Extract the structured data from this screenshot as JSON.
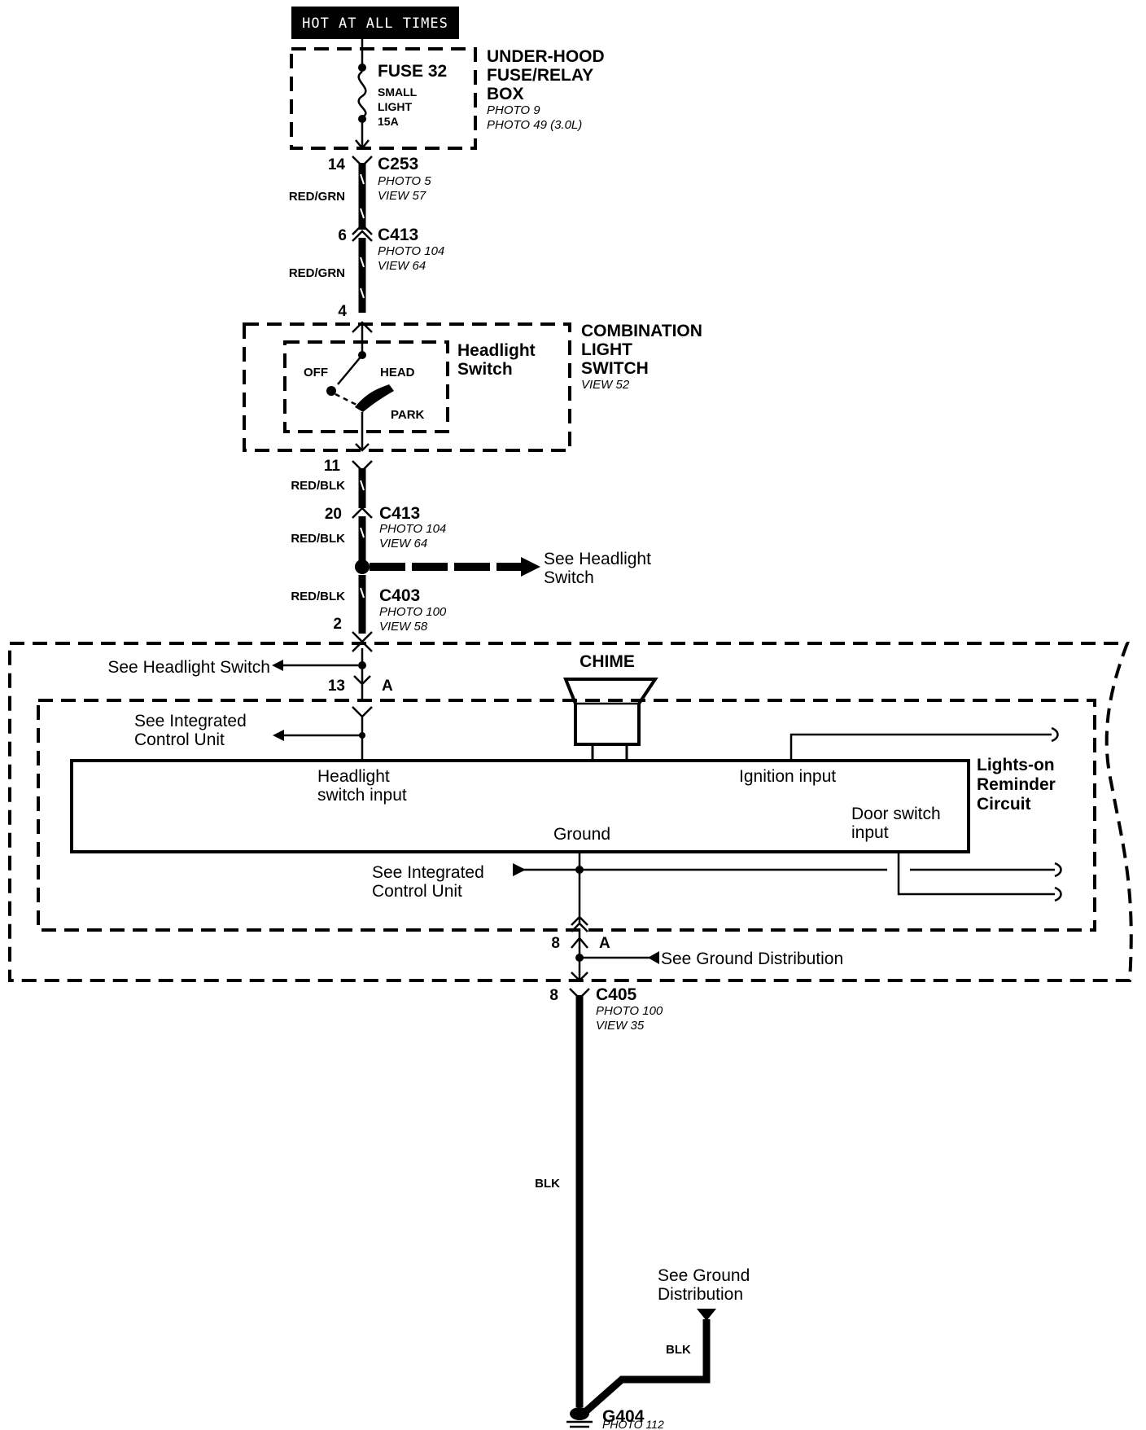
{
  "header": {
    "hot_label": "HOT AT ALL TIMES"
  },
  "fuse_box": {
    "fuse_name": "FUSE 32",
    "fuse_line1": "SMALL",
    "fuse_line2": "LIGHT",
    "fuse_rating": "15A",
    "title_line1": "UNDER-HOOD",
    "title_line2": "FUSE/RELAY",
    "title_line3": "BOX",
    "photo1": "PHOTO 9",
    "photo2": "PHOTO 49 (3.0L)"
  },
  "c253": {
    "pin": "14",
    "name": "C253",
    "photo": "PHOTO 5",
    "view": "VIEW 57",
    "wire": "RED/GRN"
  },
  "c413_top": {
    "pin": "6",
    "name": "C413",
    "photo": "PHOTO 104",
    "view": "VIEW 64",
    "wire": "RED/GRN",
    "pin_out": "4"
  },
  "combination_switch": {
    "title_line1": "COMBINATION",
    "title_line2": "LIGHT",
    "title_line3": "SWITCH",
    "view": "VIEW 52",
    "inner_line1": "Headlight",
    "inner_line2": "Switch",
    "pos_off": "OFF",
    "pos_head": "HEAD",
    "pos_park": "PARK",
    "pin_out": "11"
  },
  "c413_bottom": {
    "wire_in": "RED/BLK",
    "pin": "20",
    "name": "C413",
    "photo": "PHOTO 104",
    "view": "VIEW 64",
    "wire_out": "RED/BLK"
  },
  "splice_ref": {
    "line1": "See Headlight",
    "line2": "Switch"
  },
  "c403": {
    "wire": "RED/BLK",
    "name": "C403",
    "photo": "PHOTO 100",
    "view": "VIEW 58",
    "pin": "2"
  },
  "control_unit": {
    "see_headlight_switch": "See Headlight Switch",
    "pin_13": "13",
    "connector_a_top": "A",
    "chime": "CHIME",
    "see_icu_top_line1": "See  Integrated",
    "see_icu_top_line2": "Control Unit",
    "headlight_input_line1": "Headlight",
    "headlight_input_line2": "switch input",
    "ignition_input": "Ignition input",
    "door_switch_line1": "Door switch",
    "door_switch_line2": "input",
    "ground": "Ground",
    "lights_on_line1": "Lights-on",
    "lights_on_line2": "Reminder",
    "lights_on_line3": "Circuit",
    "see_icu_bottom_line1": "See  Integrated",
    "see_icu_bottom_line2": "Control Unit",
    "pin_8": "8",
    "connector_a_bottom": "A",
    "see_ground_distribution": "See Ground Distribution"
  },
  "c405": {
    "pin": "8",
    "name": "C405",
    "photo": "PHOTO 100",
    "view": "VIEW 35",
    "wire": "BLK"
  },
  "ground_ref": {
    "line1": "See Ground",
    "line2": "Distribution",
    "wire": "BLK"
  },
  "g404": {
    "name": "G404",
    "photo": "PHOTO 112"
  }
}
